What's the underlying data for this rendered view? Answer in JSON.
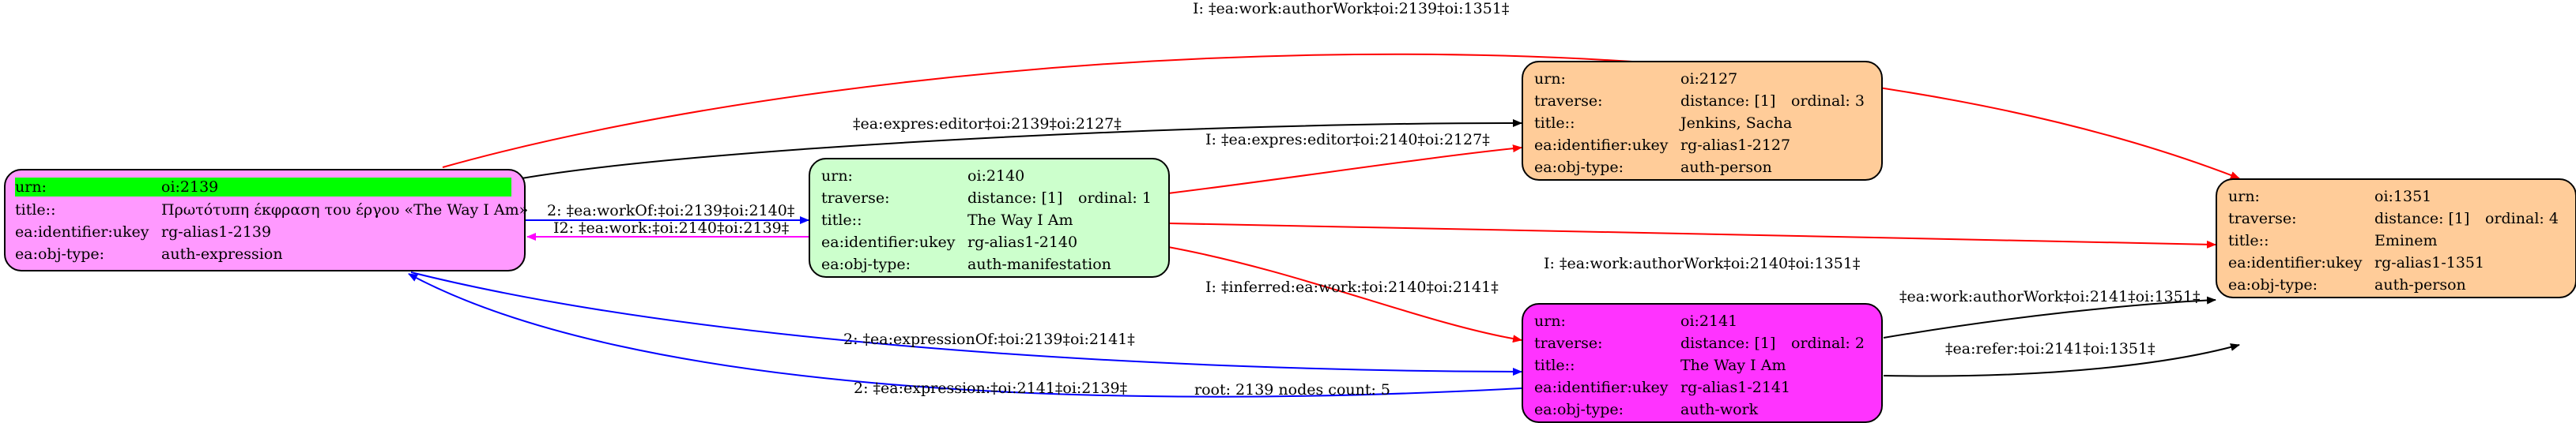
{
  "colors": {
    "expression": "#ff99ff",
    "manifestation": "#ccffcc",
    "work": "#ff33ff",
    "person": "#ffcc99",
    "highlight": "#00ff00",
    "edge_black": "#000000",
    "edge_red": "#ff0000",
    "edge_blue": "#0000ff",
    "edge_magenta": "#ff00ff"
  },
  "nodes": {
    "n2139": {
      "urn_key": "urn:",
      "urn": "oi:2139",
      "title_key": "title::",
      "title": "Πρωτότυπη έκφραση του έργου «The Way I Am»",
      "ukey_key": "ea:identifier:ukey",
      "ukey": "rg-alias1-2139",
      "type_key": "ea:obj-type:",
      "type": "auth-expression"
    },
    "n2140": {
      "urn_key": "urn:",
      "urn": "oi:2140",
      "traverse_key": "traverse:",
      "distance": "distance: [1]",
      "ordinal": "ordinal: 1",
      "title_key": "title::",
      "title": "The Way I Am",
      "ukey_key": "ea:identifier:ukey",
      "ukey": "rg-alias1-2140",
      "type_key": "ea:obj-type:",
      "type": "auth-manifestation"
    },
    "n2127": {
      "urn_key": "urn:",
      "urn": "oi:2127",
      "traverse_key": "traverse:",
      "distance": "distance: [1]",
      "ordinal": "ordinal: 3",
      "title_key": "title::",
      "title": "Jenkins, Sacha",
      "ukey_key": "ea:identifier:ukey",
      "ukey": "rg-alias1-2127",
      "type_key": "ea:obj-type:",
      "type": "auth-person"
    },
    "n2141": {
      "urn_key": "urn:",
      "urn": "oi:2141",
      "traverse_key": "traverse:",
      "distance": "distance: [1]",
      "ordinal": "ordinal: 2",
      "title_key": "title::",
      "title": "The Way I Am",
      "ukey_key": "ea:identifier:ukey",
      "ukey": "rg-alias1-2141",
      "type_key": "ea:obj-type:",
      "type": "auth-work"
    },
    "n1351": {
      "urn_key": "urn:",
      "urn": "oi:1351",
      "traverse_key": "traverse:",
      "distance": "distance: [1]",
      "ordinal": "ordinal: 4",
      "title_key": "title::",
      "title": "Eminem",
      "ukey_key": "ea:identifier:ukey",
      "ukey": "rg-alias1-1351",
      "type_key": "ea:obj-type:",
      "type": "auth-person"
    }
  },
  "edges": {
    "e1": "I: ‡ea:work:authorWork‡oi:2139‡oi:1351‡",
    "e2": "‡ea:expres:editor‡oi:2139‡oi:2127‡",
    "e3": "I: ‡ea:expres:editor‡oi:2140‡oi:2127‡",
    "e4": "2: ‡ea:workOf:‡oi:2139‡oi:2140‡",
    "e5": "I2: ‡ea:work:‡oi:2140‡oi:2139‡",
    "e6": "I: ‡ea:work:authorWork‡oi:2140‡oi:1351‡",
    "e7": "I: ‡inferred:ea:work:‡oi:2140‡oi:2141‡",
    "e8": "2: ‡ea:expressionOf:‡oi:2139‡oi:2141‡",
    "e9": "2: ‡ea:expression:‡oi:2141‡oi:2139‡",
    "e10": "‡ea:work:authorWork‡oi:2141‡oi:1351‡",
    "e11": "‡ea:refer:‡oi:2141‡oi:1351‡"
  },
  "footer": "root: 2139 nodes count: 5"
}
